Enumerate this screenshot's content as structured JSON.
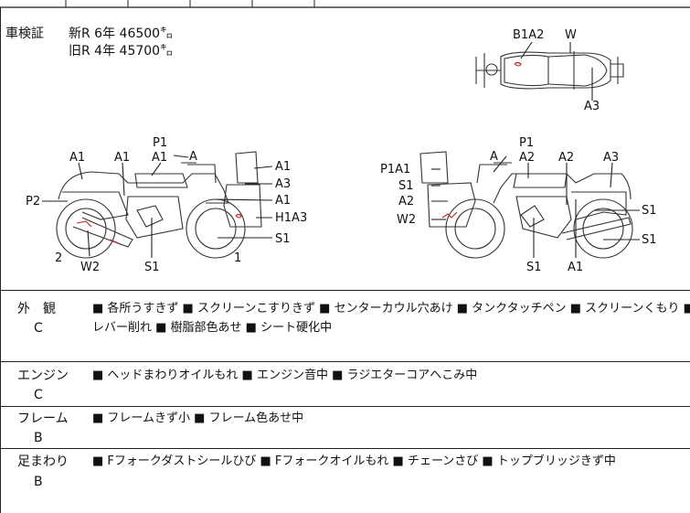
{
  "registration": {
    "label": "車検証",
    "new_line": "新R  6年  46500㌔",
    "old_line": "旧R  4年  45700㌔"
  },
  "diagram_labels": {
    "top": {
      "b1a2": "B1A2",
      "w": "W",
      "a3": "A3"
    },
    "left": {
      "p1": "P1",
      "a_top": "A",
      "a1_a": "A1",
      "a1_b": "A1",
      "a1_c": "A1",
      "a1_d": "A1",
      "a3": "A3",
      "a1_e": "A1",
      "p2": "P2",
      "h1a3": "H1A3",
      "s1_r": "S1",
      "n2": "2",
      "w2": "W2",
      "s1_b": "S1",
      "n1": "1"
    },
    "right": {
      "p1": "P1",
      "a_top": "A",
      "a2_a": "A2",
      "a2_b": "A2",
      "a3": "A3",
      "p1a1": "P1A1",
      "s1_l": "S1",
      "a2_l": "A2",
      "w2": "W2",
      "s1_r1": "S1",
      "s1_r2": "S1",
      "s1_b": "S1",
      "a1_b": "A1"
    }
  },
  "sections": [
    {
      "title": "外　観",
      "grade": "C",
      "line1": "■ 各所うすきず ■ スクリーンこすりきず ■ センターカウル穴あけ ■ タンクタッチペン ■ スクリーンくもり ■",
      "line2": "レバー削れ ■ 樹脂部色あせ ■ シート硬化中"
    },
    {
      "title": "エンジン",
      "grade": "C",
      "line1": "■ ヘッドまわりオイルもれ ■ エンジン音中 ■ ラジエターコアへこみ中",
      "line2": ""
    },
    {
      "title": "フレーム",
      "grade": "B",
      "line1": "■ フレームきず小 ■ フレーム色あせ中",
      "line2": ""
    },
    {
      "title": "足まわり",
      "grade": "B",
      "line1": "■ Fフォークダストシールひび ■ Fフォークオイルもれ ■ チェーンさび ■ トップブリッジきず中",
      "line2": ""
    }
  ],
  "colors": {
    "line": "#222222",
    "damage_mark": "#cc2222"
  }
}
